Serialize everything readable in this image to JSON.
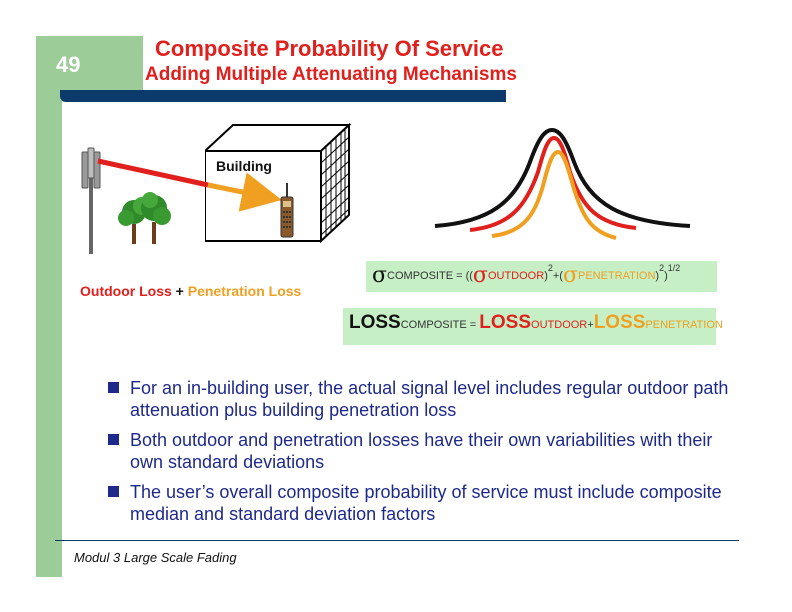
{
  "slide": {
    "number": "49",
    "title": "Composite Probability Of Service",
    "subtitle": "Adding Multiple Attenuating Mechanisms"
  },
  "diagram": {
    "building_label": "Building",
    "loss_caption": {
      "outdoor": "Outdoor Loss",
      "plus": " + ",
      "penetration": "Penetration Loss"
    }
  },
  "formula_sigma": {
    "sigma": "σ",
    "composite_sub": "COMPOSITE",
    "eq": " = ((",
    "outdoor_sub": "OUTDOOR",
    "close_sq": ")",
    "sup2": "2",
    "plus_open": "+(",
    "penetration_sub": "PENETRATION",
    "close_end": ")",
    "sup_half": "1/2",
    "tail": ")"
  },
  "formula_loss": {
    "loss": "LOSS",
    "composite_sub": "COMPOSITE",
    "eq": " = ",
    "outdoor_sub": "OUTDOOR",
    "plus": "+",
    "penetration_sub": "PENETRATION"
  },
  "bullets": [
    "For an in-building user, the actual signal level includes regular outdoor path attenuation plus building penetration loss",
    "Both outdoor and penetration losses have their own variabilities with their own standard deviations",
    "The user’s overall composite probability of service must include composite median and standard deviation factors"
  ],
  "footer": "Modul 3 Large Scale Fading",
  "colors": {
    "accent_green": "#9ccc98",
    "title_red": "#e0201c",
    "orange": "#f0a020",
    "navy": "#0c3a6a",
    "bullet_blue": "#1e2a8a",
    "formula_bg": "#c6efc6"
  }
}
